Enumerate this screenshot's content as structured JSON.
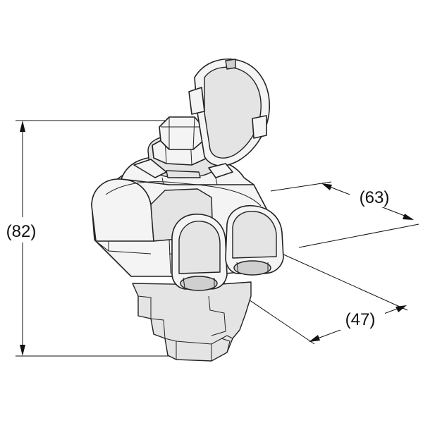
{
  "drawing": {
    "subject": "insulation-piercing-connector",
    "dimensions": {
      "height": "(82)",
      "depth": "(63)",
      "width": "(47)"
    }
  }
}
